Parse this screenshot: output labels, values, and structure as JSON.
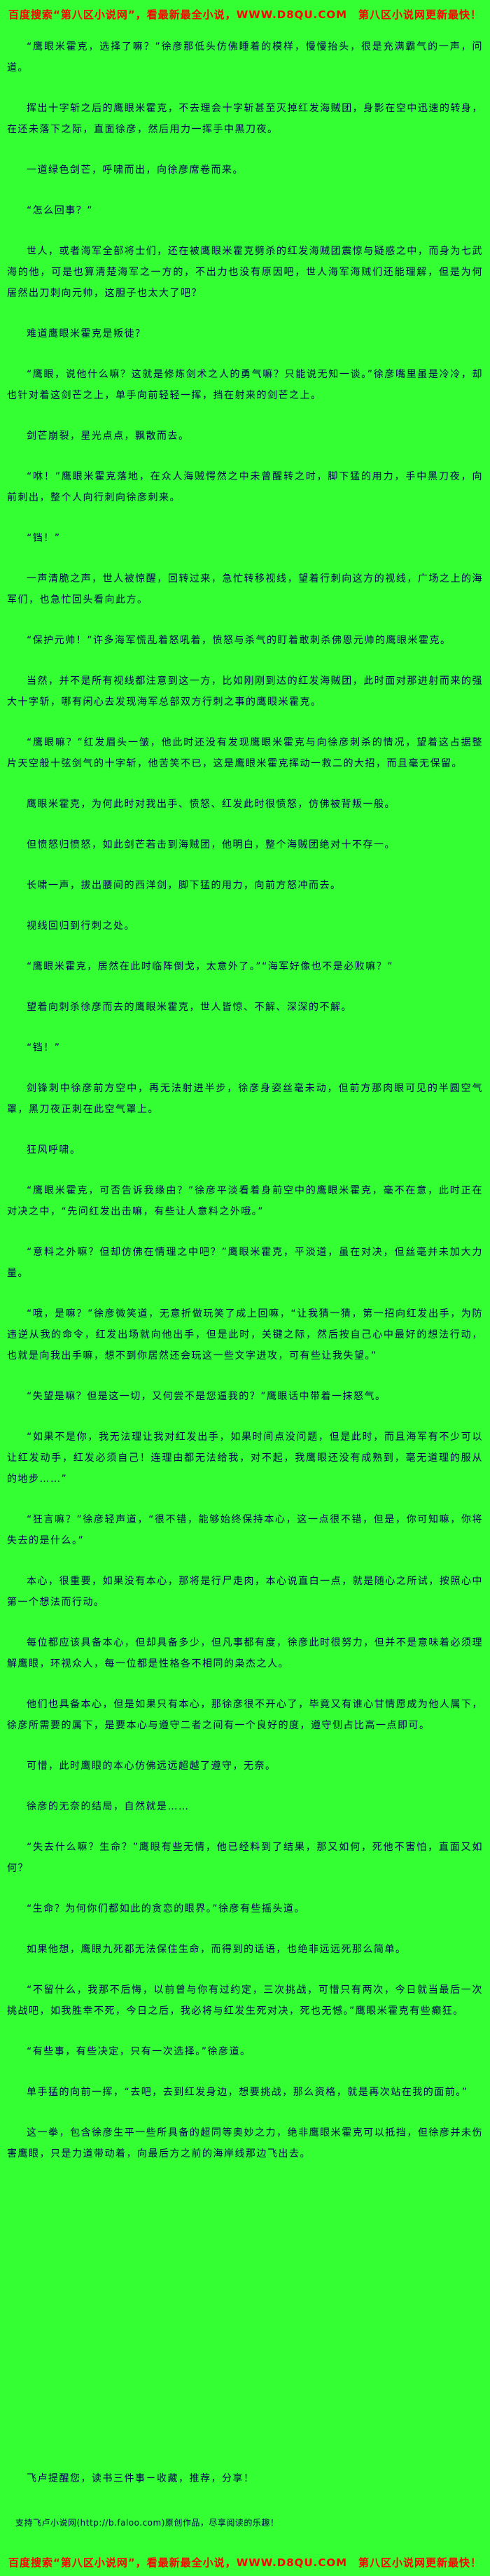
{
  "page": {
    "bg_color": "#33ff33",
    "text_color": "#000050",
    "accent_color": "#ff0000"
  },
  "banner": {
    "text": "百度搜索“第八区小说网”，看最新最全小说，WWW.D8QU.COM　第八区小说网更新最快！"
  },
  "paragraphs": [
    "“鹰眼米霍克，选择了嘛？”徐彦那低头仿佛睡着的模样，慢慢抬头，很是充满霸气的一声，问道。",
    "挥出十字斩之后的鹰眼米霍克，不去理会十字斩甚至灭掉红发海贼团，身影在空中迅速的转身，在还未落下之际，直面徐彦，然后用力一挥手中黑刀夜。",
    "一道绿色剑芒，呼啸而出，向徐彦席卷而来。",
    "“怎么回事？”",
    "世人，或者海军全部将士们，还在被鹰眼米霍克劈杀的红发海贼团震惊与疑惑之中，而身为七武海的他，可是也算清楚海军之一方的，不出力也没有原因吧，世人海军海贼们还能理解，但是为何居然出刀刺向元帅，这胆子也太大了吧？",
    "难道鹰眼米霍克是叛徒？",
    "“鹰眼，说他什么嘛？这就是修炼剑术之人的勇气嘛？只能说无知一谈。”徐彦嘴里虽是冷冷，却也针对着这剑芒之上，单手向前轻轻一挥，挡在射来的剑芒之上。",
    "剑芒崩裂，星光点点，飘散而去。",
    "“咻！”鹰眼米霍克落地，在众人海贼愕然之中未曾醒转之时，脚下猛的用力，手中黑刀夜，向前刺出，整个人向行刺向徐彦刺来。",
    "“铛！”",
    "一声清脆之声，世人被惊醒，回转过来，急忙转移视线，望着行刺向这方的视线，广场之上的海军们，也急忙回头看向此方。",
    "“保护元帅！”许多海军慌乱着怒吼着，愤怒与杀气的盯着敢刺杀佛恩元帅的鹰眼米霍克。",
    "当然，并不是所有视线都注意到这一方，比如刚刚到达的红发海贼团，此时面对那进射而来的强大十字斩，哪有闲心去发现海军总部双方行刺之事的鹰眼米霍克。",
    "“鹰眼嘛？”红发眉头一皱，他此时还没有发现鹰眼米霍克与向徐彦刺杀的情况，望着这占据整片天空般十弦剑气的十字斩，他苦笑不已，这是鹰眼米霍克挥动一救二的大招，而且毫无保留。",
    "鹰眼米霍克，为何此时对我出手、愤怒、红发此时很愤怒，仿佛被背叛一般。",
    "但愤怒归愤怒，如此剑芒若击到海贼团，他明白，整个海贼团绝对十不存一。",
    "长啸一声，拔出腰间的西洋剑，脚下猛的用力，向前方怒冲而去。",
    "视线回归到行刺之处。",
    "“鹰眼米霍克，居然在此时临阵倒戈，太意外了。”“海军好像也不是必败嘛？”",
    "望着向刺杀徐彦而去的鹰眼米霍克，世人皆惊、不解、深深的不解。",
    "“铛！”",
    "剑锋刺中徐彦前方空中，再无法射进半步，徐彦身姿丝毫未动，但前方那肉眼可见的半圆空气罩，黑刀夜正刺在此空气罩上。",
    "狂风呼啸。",
    "“鹰眼米霍克，可否告诉我缘由？”徐彦平淡看着身前空中的鹰眼米霍克，毫不在意，此时正在对决之中，“先问红发出击嘛，有些让人意料之外哦。”",
    "“意料之外嘛？但却仿佛在情理之中吧？”鹰眼米霍克，平淡道，虽在对决，但丝毫并未加大力量。",
    "“哦，是嘛？”徐彦微笑道，无意折做玩笑了成上回嘛，“让我猜一猜，第一招向红发出手，为防违逆从我的命令，红发出场就向他出手，但是此时，关键之际，然后按自己心中最好的想法行动，也就是向我出手嘛，想不到你居然还会玩这一些文字进攻，可有些让我失望。”",
    "“失望是嘛？但是这一切，又何尝不是您逼我的？”鹰眼话中带着一抹怒气。",
    "“如果不是你，我无法理让我对红发出手，如果时间点没问题，但是此时，而且海军有不少可以让红发动手，红发必须自己！连理由都无法给我，对不起，我鹰眼还没有成熟到，毫无道理的服从的地步……”",
    "“狂言嘛？”徐彦轻声道，“很不错，能够始终保持本心，这一点很不错，但是，你可知嘛，你将失去的是什么。”",
    "本心，很重要，如果没有本心，那将是行尸走肉，本心说直白一点，就是随心之所试，按照心中第一个想法而行动。",
    "每位都应该具备本心，但却具备多少，但凡事都有度，徐彦此时很努力，但并不是意味着必须理解鹰眼，环视众人，每一位都是性格各不相同的枭杰之人。",
    "他们也具备本心，但是如果只有本心，那徐彦很不开心了，毕竟又有谁心甘情愿成为他人属下，徐彦所需要的属下，是要本心与遵守二者之间有一个良好的度，遵守侧占比高一点即可。",
    "可惜，此时鹰眼的本心仿佛远远超越了遵守，无奈。",
    "徐彦的无奈的结局，自然就是……",
    "“失去什么嘛？生命？”鹰眼有些无情，他已经料到了结果，那又如何，死他不害怕，直面又如何？",
    "“生命？为何你们都如此的贪恋的眼界。”徐彦有些摇头道。",
    "如果他想，鹰眼九死都无法保住生命，而得到的话语，也绝非远远死那么简单。",
    "“不留什么，我那不后悔，以前曾与你有过约定，三次挑战，可惜只有两次，今日就当最后一次挑战吧，如我胜幸不死，今日之后，我必将与红发生死对决，死也无憾。”鹰眼米霍克有些癫狂。",
    "“有些事，有些决定，只有一次选择。”徐彦道。",
    "单手猛的向前一挥，“去吧，去到红发身边，想要挑战，那么资格，就是再次站在我的面前。”",
    "这一拳，包含徐彦生平一些所具备的超同等奥妙之力，绝非鹰眼米霍克可以抵挡，但徐彦并未伤害鹰眼，只是力道带动着，向最后方之前的海岸线那边飞出去。"
  ],
  "footer": {
    "reminder": "飞卢提醒您，读书三件事－收藏，推荐，分享！",
    "faloo": "支持飞卢小说网(http://b.faloo.com)原创作品，尽享阅读的乐趣！"
  }
}
